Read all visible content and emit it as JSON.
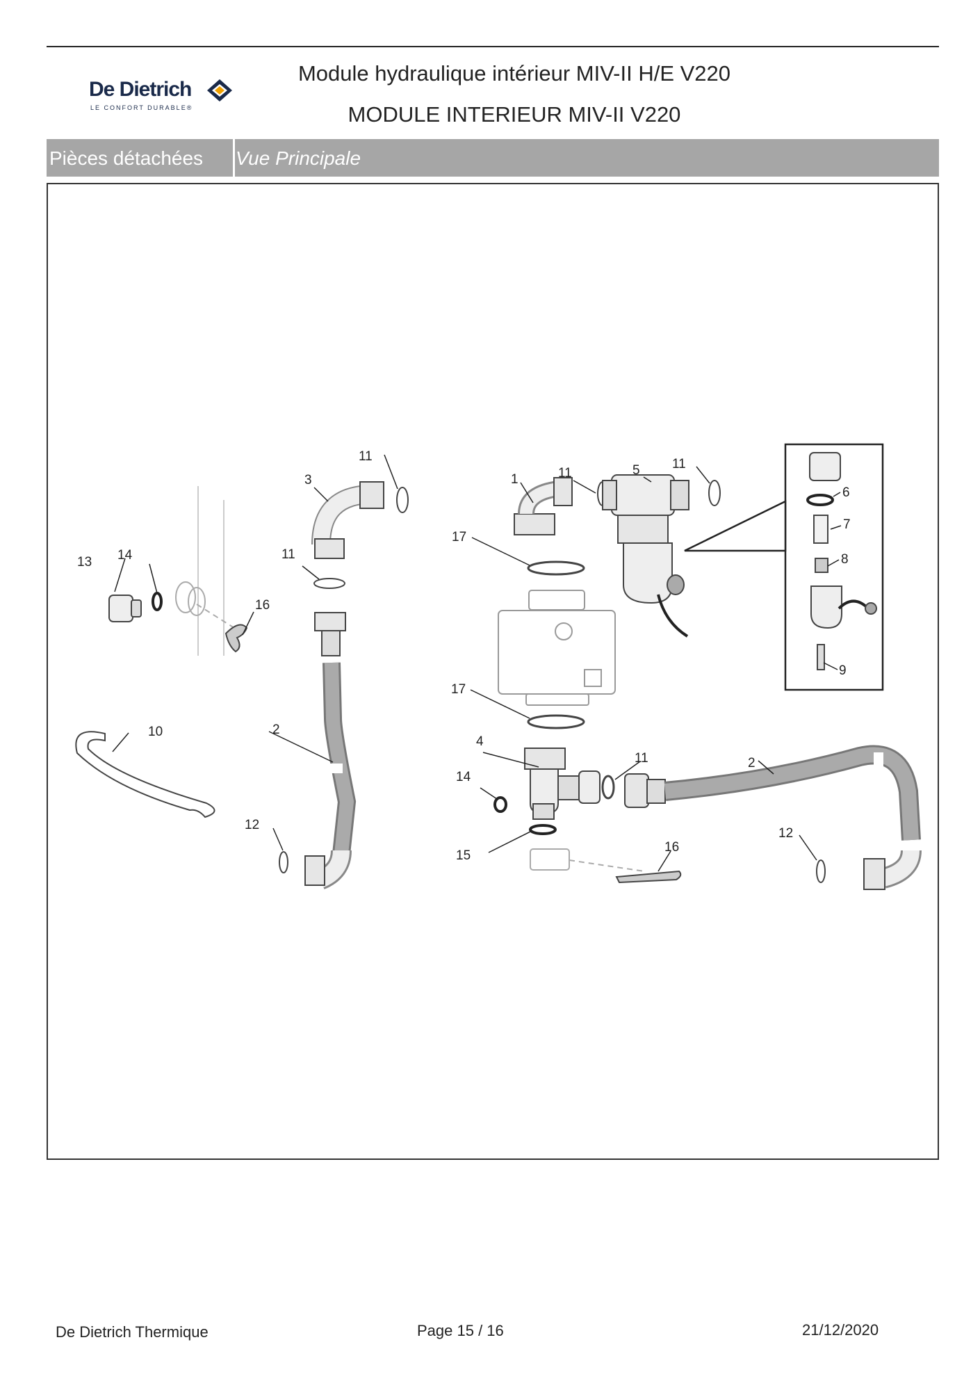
{
  "brand": {
    "name": "De Dietrich",
    "tagline": "LE CONFORT DURABLE®"
  },
  "header": {
    "title": "Module hydraulique intérieur MIV-II H/E V220",
    "subtitle": "MODULE INTERIEUR MIV-II V220"
  },
  "tabs": {
    "section": "Pièces détachées",
    "view": "Vue Principale"
  },
  "diagram": {
    "callouts": {
      "c13": "13",
      "c14a": "14",
      "c16a": "16",
      "c3": "3",
      "c11a": "11",
      "c11b": "11",
      "c10": "10",
      "c2a": "2",
      "c12a": "12",
      "c1": "1",
      "c11c": "11",
      "c5": "5",
      "c11d": "11",
      "c17a": "17",
      "c17b": "17",
      "c4": "4",
      "c14b": "14",
      "c15": "15",
      "c16b": "16",
      "c11e": "11",
      "c2b": "2",
      "c12b": "12",
      "c6": "6",
      "c7": "7",
      "c8": "8",
      "c9": "9"
    }
  },
  "footer": {
    "company": "De Dietrich Thermique",
    "page": "Page 15  /  16",
    "date": "21/12/2020"
  }
}
